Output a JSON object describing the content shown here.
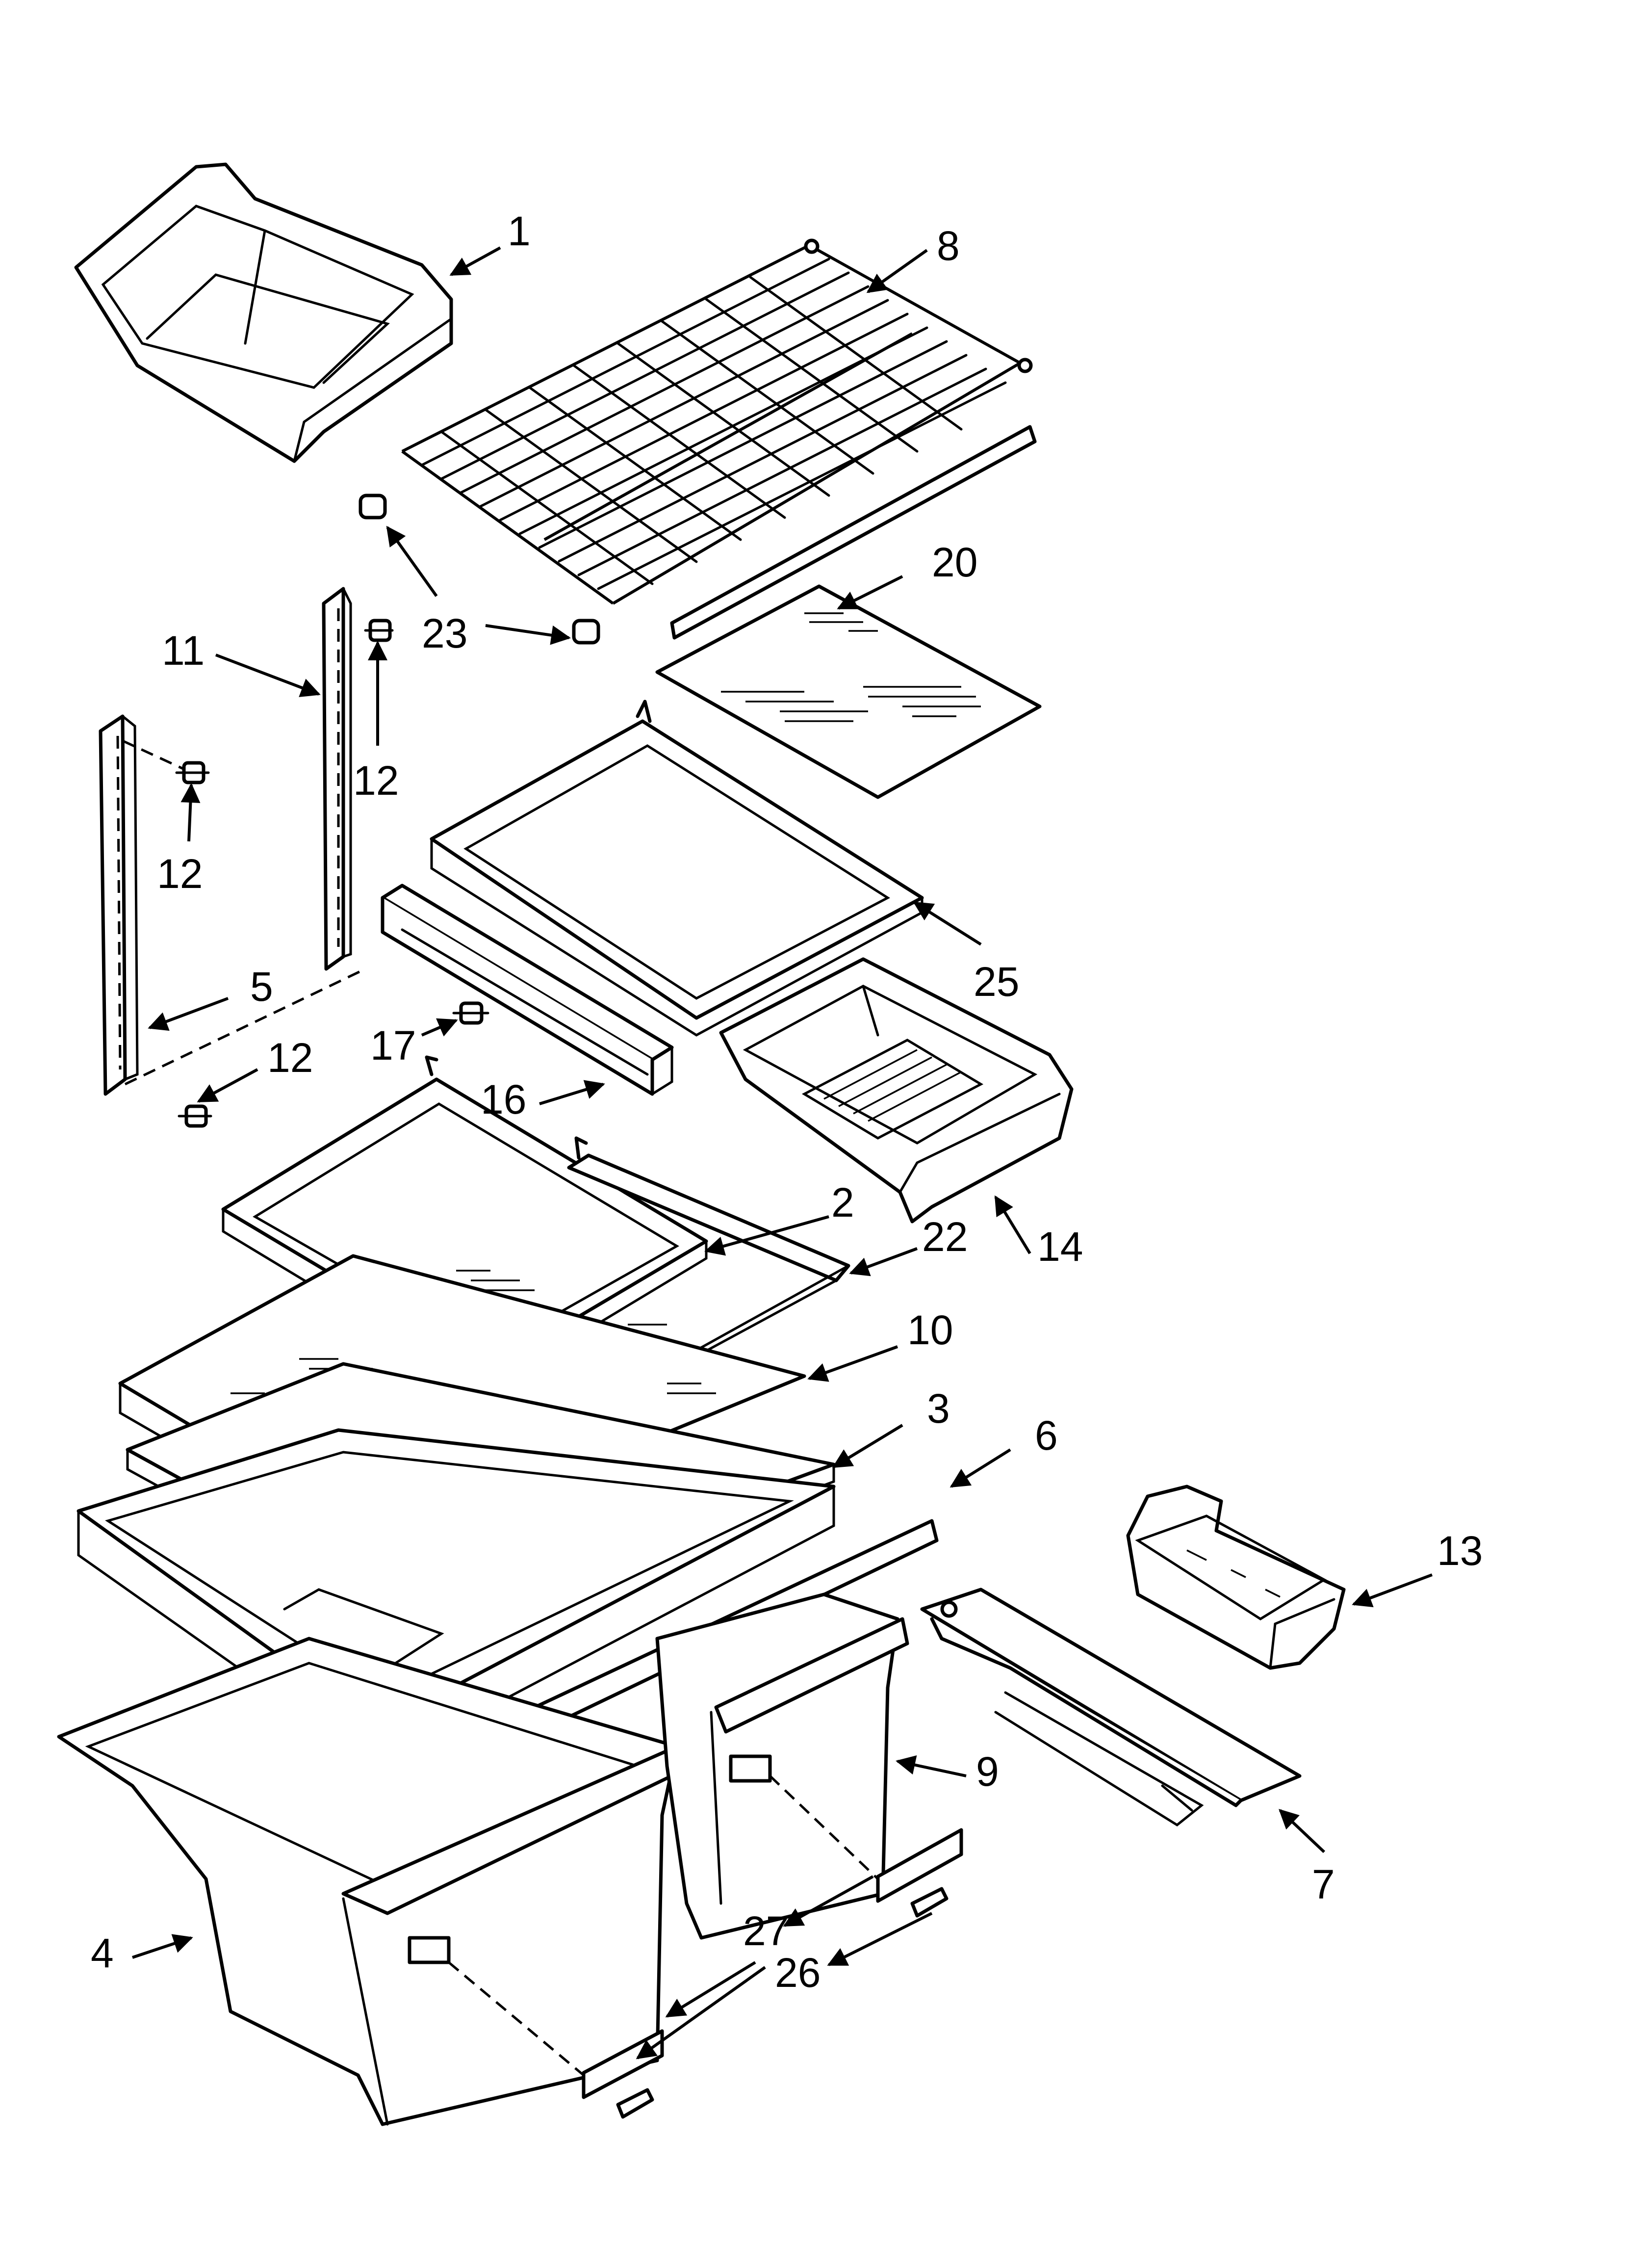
{
  "diagram": {
    "callouts": [
      {
        "id": "c1",
        "text": "1"
      },
      {
        "id": "c8",
        "text": "8"
      },
      {
        "id": "c20",
        "text": "20"
      },
      {
        "id": "c23",
        "text": "23"
      },
      {
        "id": "c11",
        "text": "11"
      },
      {
        "id": "c12a",
        "text": "12"
      },
      {
        "id": "c12b",
        "text": "12"
      },
      {
        "id": "c12c",
        "text": "12"
      },
      {
        "id": "c5",
        "text": "5"
      },
      {
        "id": "c17",
        "text": "17"
      },
      {
        "id": "c16",
        "text": "16"
      },
      {
        "id": "c25",
        "text": "25"
      },
      {
        "id": "c2",
        "text": "2"
      },
      {
        "id": "c22",
        "text": "22"
      },
      {
        "id": "c14",
        "text": "14"
      },
      {
        "id": "c10",
        "text": "10"
      },
      {
        "id": "c3",
        "text": "3"
      },
      {
        "id": "c6",
        "text": "6"
      },
      {
        "id": "c13",
        "text": "13"
      },
      {
        "id": "c9",
        "text": "9"
      },
      {
        "id": "c7",
        "text": "7"
      },
      {
        "id": "c4",
        "text": "4"
      },
      {
        "id": "c27",
        "text": "27"
      },
      {
        "id": "c26",
        "text": "26"
      }
    ]
  }
}
